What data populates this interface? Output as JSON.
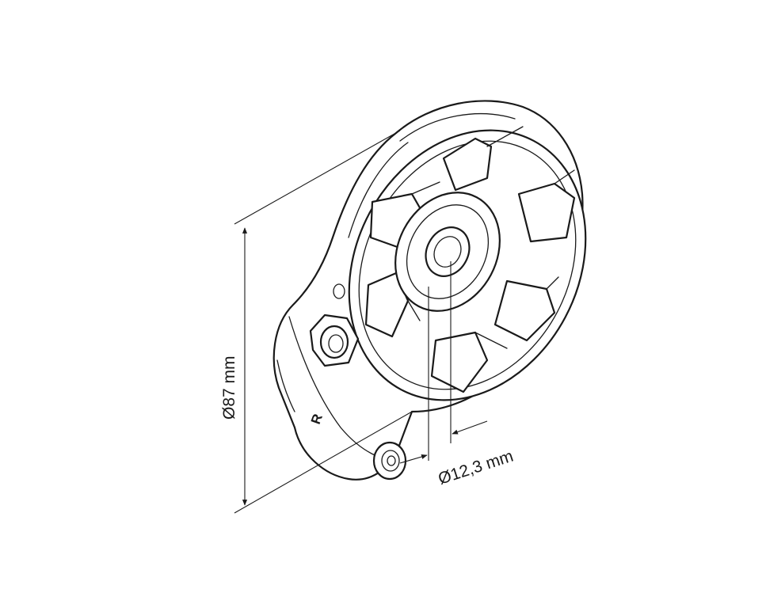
{
  "dimensions": {
    "outer_diameter": "Ø87 mm",
    "shaft_diameter": "Ø12,3 mm"
  },
  "side_marking": "R"
}
